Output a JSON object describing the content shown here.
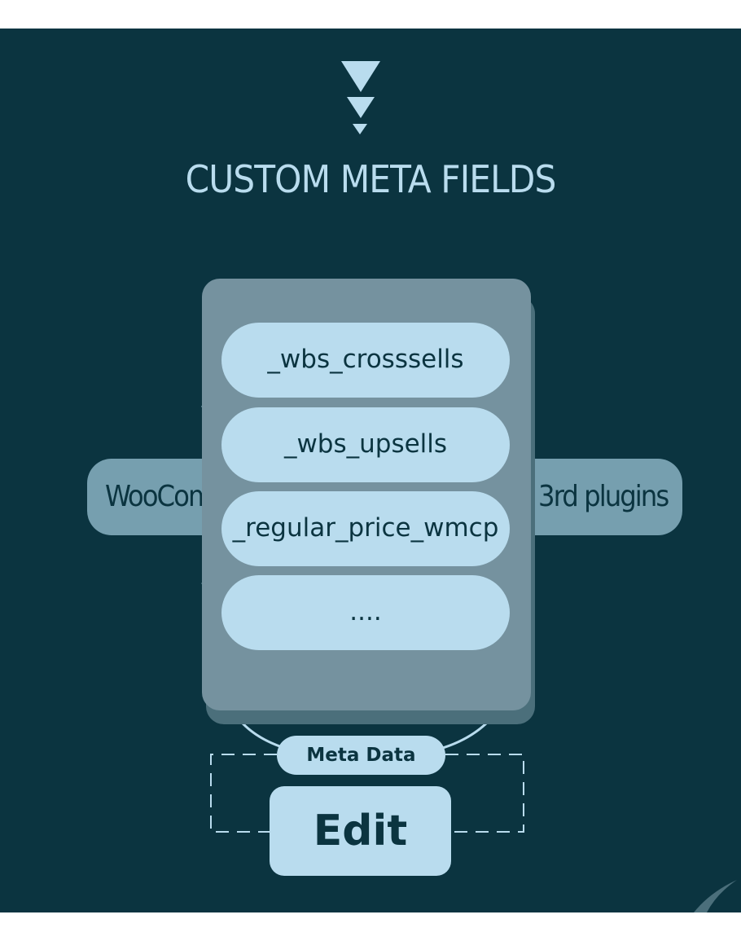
{
  "title": "CUSTOM META FIELDS",
  "sources": {
    "left": "WooCom",
    "right": "3rd plugins"
  },
  "fields": [
    "_wbs_crosssells",
    "_wbs_upsells",
    "_regular_price_wmcp",
    "...."
  ],
  "meta_data_label": "Meta Data",
  "edit_label": "Edit",
  "colors": {
    "background": "#0b3440",
    "accent": "#b9dcee",
    "panel": "#75929f",
    "side_pill": "#769faf"
  }
}
